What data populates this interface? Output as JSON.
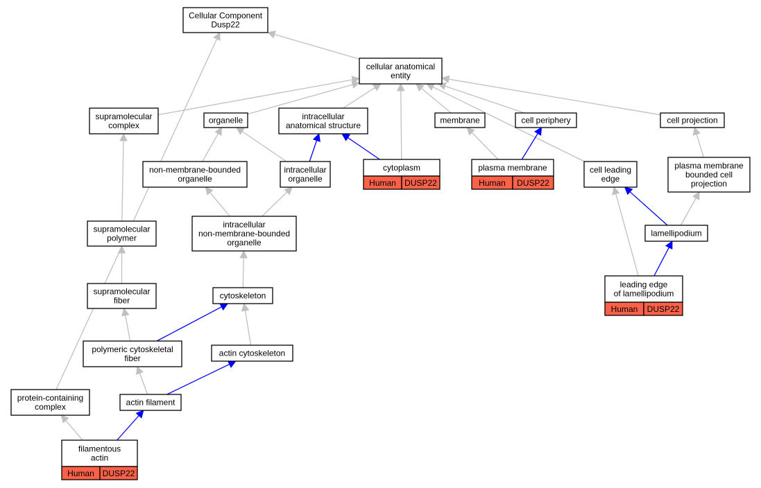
{
  "colors": {
    "edge_is_a": "#c0c0c0",
    "edge_part_of": "#0000ff",
    "annotation_fill": "#fa6148",
    "node_fill": "#ffffff",
    "node_border": "#000000"
  },
  "nodes": {
    "root": {
      "lines": [
        "Cellular Component",
        "Dusp22"
      ]
    },
    "cae": {
      "lines": [
        "cellular anatomical",
        "entity"
      ]
    },
    "supra_complex": {
      "lines": [
        "supramolecular",
        "complex"
      ]
    },
    "organelle": {
      "lines": [
        "organelle"
      ]
    },
    "intra_anat": {
      "lines": [
        "intracellular",
        "anatomical structure"
      ]
    },
    "membrane": {
      "lines": [
        "membrane"
      ]
    },
    "cell_periphery": {
      "lines": [
        "cell periphery"
      ]
    },
    "cell_projection": {
      "lines": [
        "cell projection"
      ]
    },
    "cytoplasm": {
      "lines": [
        "cytoplasm"
      ],
      "annotation": {
        "species": "Human",
        "gene": "DUSP22"
      }
    },
    "plasma_membrane": {
      "lines": [
        "plasma membrane"
      ],
      "annotation": {
        "species": "Human",
        "gene": "DUSP22"
      }
    },
    "nmbo": {
      "lines": [
        "non-membrane-bounded",
        "organelle"
      ]
    },
    "intra_org": {
      "lines": [
        "intracellular",
        "organelle"
      ]
    },
    "cell_leading_edge": {
      "lines": [
        "cell leading",
        "edge"
      ]
    },
    "pm_bounded_proj": {
      "lines": [
        "plasma membrane",
        "bounded cell",
        "projection"
      ]
    },
    "lamellipodium": {
      "lines": [
        "lamellipodium"
      ]
    },
    "inmbo": {
      "lines": [
        "intracellular",
        "non-membrane-bounded",
        "organelle"
      ]
    },
    "supra_polymer": {
      "lines": [
        "supramolecular",
        "polymer"
      ]
    },
    "leading_edge_lam": {
      "lines": [
        "leading edge",
        "of lamellipodium"
      ],
      "annotation": {
        "species": "Human",
        "gene": "DUSP22"
      }
    },
    "supra_fiber": {
      "lines": [
        "supramolecular",
        "fiber"
      ]
    },
    "cytoskeleton": {
      "lines": [
        "cytoskeleton"
      ]
    },
    "poly_cyto_fiber": {
      "lines": [
        "polymeric cytoskeletal",
        "fiber"
      ]
    },
    "actin_cyto": {
      "lines": [
        "actin cytoskeleton"
      ]
    },
    "protein_complex": {
      "lines": [
        "protein-containing",
        "complex"
      ]
    },
    "actin_filament": {
      "lines": [
        "actin filament"
      ]
    },
    "filamentous_actin": {
      "lines": [
        "filamentous",
        "actin"
      ],
      "annotation": {
        "species": "Human",
        "gene": "DUSP22"
      }
    }
  },
  "edges": [
    {
      "from": "cae",
      "to": "root",
      "type": "is_a"
    },
    {
      "from": "protein_complex",
      "to": "root",
      "type": "is_a"
    },
    {
      "from": "supra_complex",
      "to": "cae",
      "type": "is_a"
    },
    {
      "from": "organelle",
      "to": "cae",
      "type": "is_a"
    },
    {
      "from": "intra_anat",
      "to": "cae",
      "type": "is_a"
    },
    {
      "from": "cytoplasm",
      "to": "cae",
      "type": "is_a"
    },
    {
      "from": "membrane",
      "to": "cae",
      "type": "is_a"
    },
    {
      "from": "cell_periphery",
      "to": "cae",
      "type": "is_a"
    },
    {
      "from": "cell_projection",
      "to": "cae",
      "type": "is_a"
    },
    {
      "from": "cell_leading_edge",
      "to": "cae",
      "type": "is_a"
    },
    {
      "from": "cytoplasm",
      "to": "intra_anat",
      "type": "part_of"
    },
    {
      "from": "intra_org",
      "to": "intra_anat",
      "type": "part_of"
    },
    {
      "from": "intra_org",
      "to": "organelle",
      "type": "is_a"
    },
    {
      "from": "nmbo",
      "to": "organelle",
      "type": "is_a"
    },
    {
      "from": "plasma_membrane",
      "to": "membrane",
      "type": "is_a"
    },
    {
      "from": "plasma_membrane",
      "to": "cell_periphery",
      "type": "part_of"
    },
    {
      "from": "pm_bounded_proj",
      "to": "cell_projection",
      "type": "is_a"
    },
    {
      "from": "inmbo",
      "to": "nmbo",
      "type": "is_a"
    },
    {
      "from": "inmbo",
      "to": "intra_org",
      "type": "is_a"
    },
    {
      "from": "lamellipodium",
      "to": "cell_leading_edge",
      "type": "part_of"
    },
    {
      "from": "lamellipodium",
      "to": "pm_bounded_proj",
      "type": "is_a"
    },
    {
      "from": "leading_edge_lam",
      "to": "lamellipodium",
      "type": "part_of"
    },
    {
      "from": "leading_edge_lam",
      "to": "cell_leading_edge",
      "type": "is_a"
    },
    {
      "from": "supra_polymer",
      "to": "supra_complex",
      "type": "is_a"
    },
    {
      "from": "supra_fiber",
      "to": "supra_polymer",
      "type": "is_a"
    },
    {
      "from": "cytoskeleton",
      "to": "inmbo",
      "type": "is_a"
    },
    {
      "from": "poly_cyto_fiber",
      "to": "supra_fiber",
      "type": "is_a"
    },
    {
      "from": "poly_cyto_fiber",
      "to": "cytoskeleton",
      "type": "part_of"
    },
    {
      "from": "actin_cyto",
      "to": "cytoskeleton",
      "type": "is_a"
    },
    {
      "from": "actin_filament",
      "to": "poly_cyto_fiber",
      "type": "is_a"
    },
    {
      "from": "actin_filament",
      "to": "actin_cyto",
      "type": "part_of"
    },
    {
      "from": "filamentous_actin",
      "to": "protein_complex",
      "type": "is_a"
    },
    {
      "from": "filamentous_actin",
      "to": "actin_filament",
      "type": "part_of"
    }
  ]
}
